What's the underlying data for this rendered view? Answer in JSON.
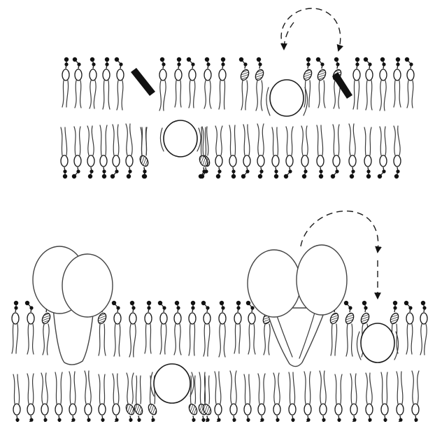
{
  "figure": {
    "panels": [
      {
        "name": "top-bilayer",
        "components": [
          "phospholipid",
          "hatched-lipid",
          "dark-rod",
          "spherical-particle",
          "dashed-arrow"
        ]
      },
      {
        "name": "bottom-bilayer",
        "components": [
          "phospholipid",
          "hatched-lipid",
          "double-lobed-protein",
          "spherical-particle",
          "dashed-arrow"
        ]
      }
    ]
  }
}
